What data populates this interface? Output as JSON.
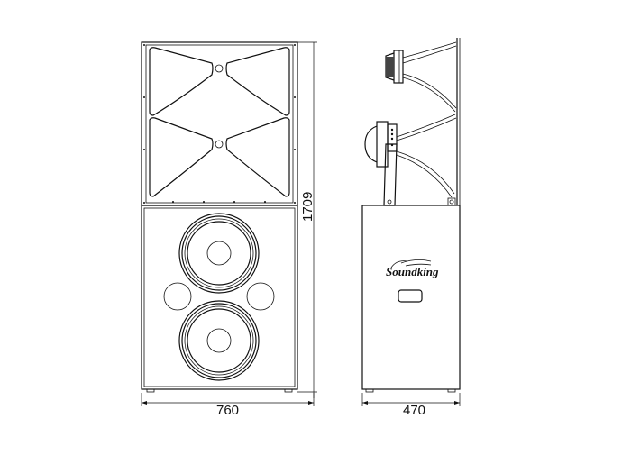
{
  "drawing": {
    "front_view": {
      "width_label": "760",
      "height_label": "1709"
    },
    "side_view": {
      "depth_label": "470",
      "logo_text": "Soundking"
    },
    "colors": {
      "line": "#111111",
      "background": "#ffffff"
    }
  }
}
